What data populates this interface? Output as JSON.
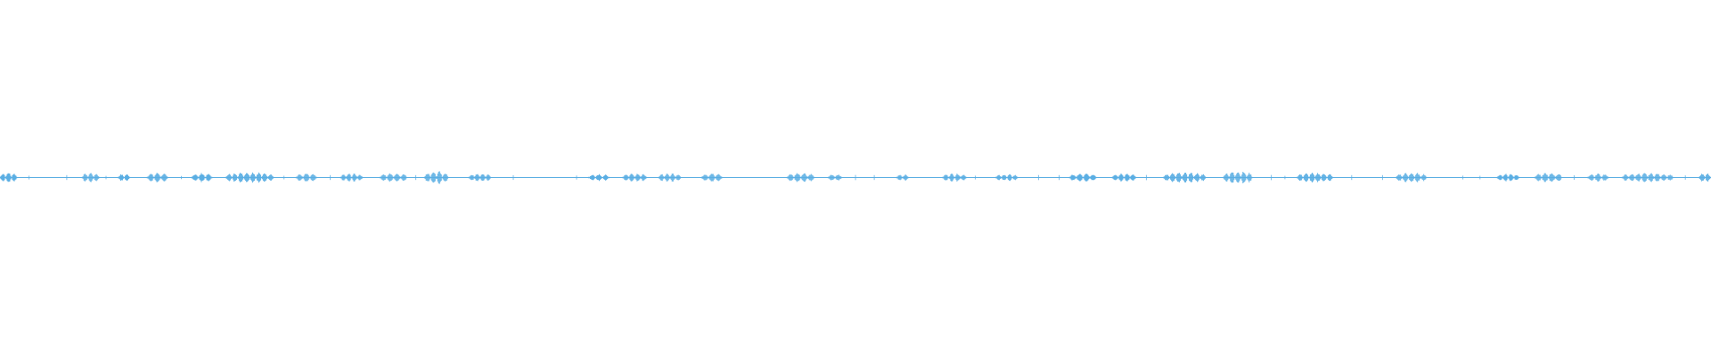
{
  "waveform": {
    "color": "#5aaee3",
    "bursts": [
      [
        0.0,
        0.01,
        0.7
      ],
      [
        0.048,
        0.058,
        0.65
      ],
      [
        0.069,
        0.076,
        0.5
      ],
      [
        0.086,
        0.098,
        0.65
      ],
      [
        0.112,
        0.124,
        0.6
      ],
      [
        0.132,
        0.16,
        0.75
      ],
      [
        0.173,
        0.185,
        0.55
      ],
      [
        0.199,
        0.212,
        0.55
      ],
      [
        0.222,
        0.238,
        0.6
      ],
      [
        0.248,
        0.262,
        0.85
      ],
      [
        0.274,
        0.287,
        0.55
      ],
      [
        0.344,
        0.356,
        0.45
      ],
      [
        0.364,
        0.378,
        0.6
      ],
      [
        0.385,
        0.398,
        0.6
      ],
      [
        0.41,
        0.422,
        0.6
      ],
      [
        0.46,
        0.476,
        0.65
      ],
      [
        0.484,
        0.492,
        0.45
      ],
      [
        0.524,
        0.531,
        0.45
      ],
      [
        0.551,
        0.565,
        0.55
      ],
      [
        0.582,
        0.595,
        0.45
      ],
      [
        0.625,
        0.641,
        0.55
      ],
      [
        0.65,
        0.664,
        0.6
      ],
      [
        0.68,
        0.705,
        0.7
      ],
      [
        0.715,
        0.732,
        0.85
      ],
      [
        0.758,
        0.779,
        0.65
      ],
      [
        0.816,
        0.834,
        0.65
      ],
      [
        0.875,
        0.888,
        0.55
      ],
      [
        0.897,
        0.913,
        0.65
      ],
      [
        0.928,
        0.94,
        0.55
      ],
      [
        0.948,
        0.978,
        0.6
      ],
      [
        0.993,
        1.0,
        0.6
      ]
    ],
    "spikes": [
      0.017,
      0.039,
      0.062,
      0.106,
      0.166,
      0.193,
      0.243,
      0.3,
      0.337,
      0.5,
      0.511,
      0.57,
      0.607,
      0.619,
      0.67,
      0.743,
      0.751,
      0.79,
      0.808,
      0.855,
      0.865,
      0.92,
      0.985
    ]
  }
}
